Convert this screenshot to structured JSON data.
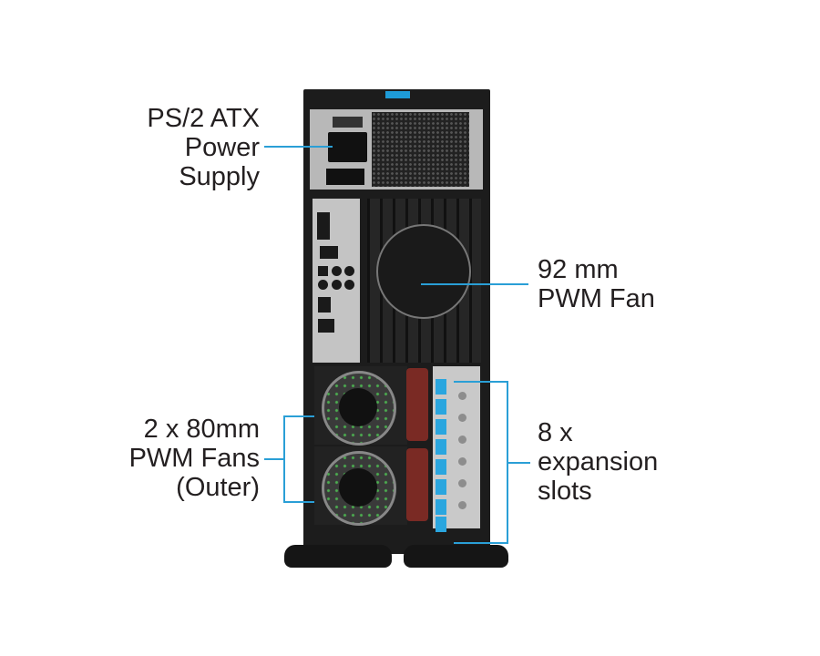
{
  "labels": {
    "psu": [
      "PS/2 ATX",
      "Power",
      "Supply"
    ],
    "rear_fan": [
      "92 mm",
      "PWM Fan"
    ],
    "outer_fans": [
      "2 x 80mm",
      "PWM Fans",
      "(Outer)"
    ],
    "expansion": [
      "8 x",
      "expansion",
      "slots"
    ]
  },
  "colors": {
    "leader": "#2a9fd6",
    "accent": "#1e9bd7",
    "handle": "#7a2a24"
  }
}
